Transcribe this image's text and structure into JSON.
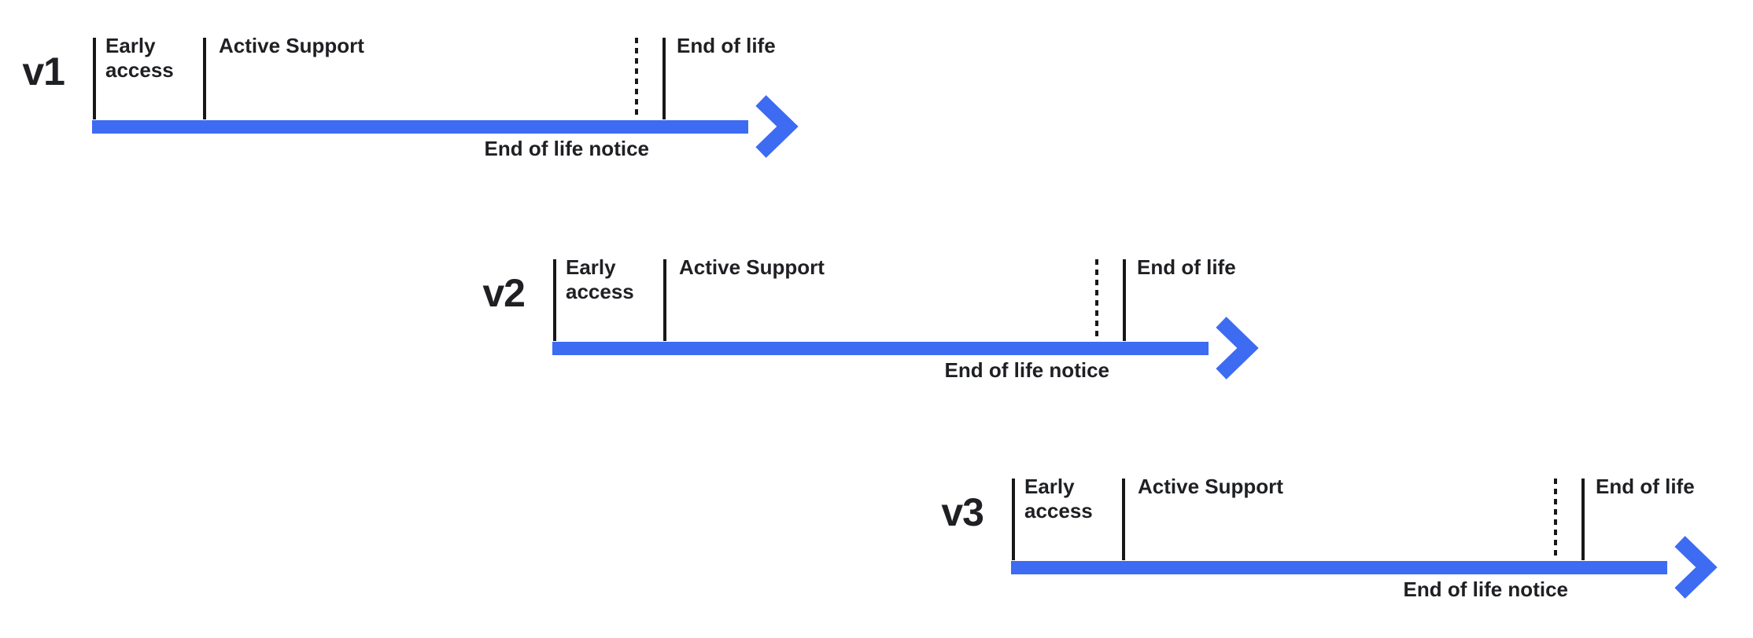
{
  "diagram": {
    "colors": {
      "timeline_blue": "#3D6BF2",
      "text_dark": "#1F2023",
      "tick_black": "#17181A",
      "background": "#FFFFFF"
    },
    "rows": [
      {
        "version": "v1",
        "phase_early_access": "Early access",
        "phase_active_support": "Active Support",
        "phase_end_of_life": "End of life",
        "eol_notice": "End of life notice"
      },
      {
        "version": "v2",
        "phase_early_access": "Early access",
        "phase_active_support": "Active Support",
        "phase_end_of_life": "End of life",
        "eol_notice": "End of life notice"
      },
      {
        "version": "v3",
        "phase_early_access": "Early access",
        "phase_active_support": "Active Support",
        "phase_end_of_life": "End of life",
        "eol_notice": "End of life notice"
      }
    ]
  }
}
